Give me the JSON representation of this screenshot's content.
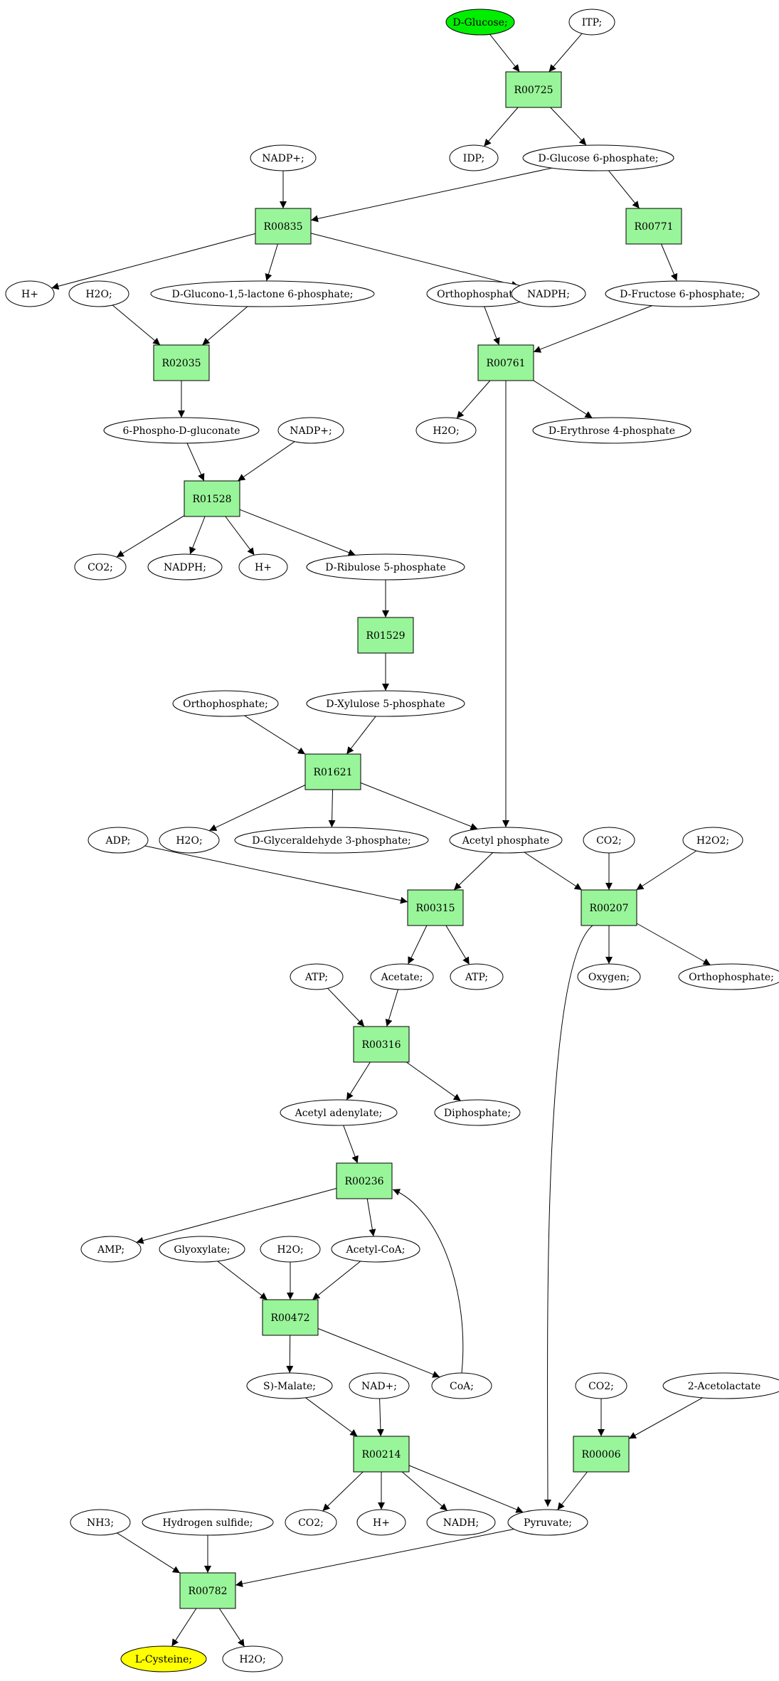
{
  "colors": {
    "reaction_fill": "#99f599",
    "start_fill": "#00ee00",
    "target_fill": "#ffff00",
    "compound_fill": "#ffffff",
    "stroke": "#000000"
  },
  "nodes": [
    {
      "id": "c_glucose",
      "kind": "compound",
      "role": "start",
      "label": "D-Glucose;"
    },
    {
      "id": "c_itp",
      "kind": "compound",
      "label": "ITP;"
    },
    {
      "id": "r00725",
      "kind": "reaction",
      "label": "R00725"
    },
    {
      "id": "c_idp",
      "kind": "compound",
      "label": "IDP;"
    },
    {
      "id": "c_g6p",
      "kind": "compound",
      "label": "D-Glucose 6-phosphate;"
    },
    {
      "id": "c_nadp1",
      "kind": "compound",
      "label": "NADP+;"
    },
    {
      "id": "r00835",
      "kind": "reaction",
      "label": "R00835"
    },
    {
      "id": "r00771",
      "kind": "reaction",
      "label": "R00771"
    },
    {
      "id": "c_h1",
      "kind": "compound",
      "label": "H+"
    },
    {
      "id": "c_h2o_a",
      "kind": "compound",
      "label": "H2O;"
    },
    {
      "id": "c_glucono",
      "kind": "compound",
      "label": "D-Glucono-1,5-lactone 6-phosphate;"
    },
    {
      "id": "c_orthop1",
      "kind": "compound",
      "label": "Orthophosphate;"
    },
    {
      "id": "c_nadph1",
      "kind": "compound",
      "label": "NADPH;"
    },
    {
      "id": "c_f6p",
      "kind": "compound",
      "label": "D-Fructose 6-phosphate;"
    },
    {
      "id": "r02035",
      "kind": "reaction",
      "label": "R02035"
    },
    {
      "id": "r00761",
      "kind": "reaction",
      "label": "R00761"
    },
    {
      "id": "c_6pg",
      "kind": "compound",
      "label": "6-Phospho-D-gluconate"
    },
    {
      "id": "c_nadp2",
      "kind": "compound",
      "label": "NADP+;"
    },
    {
      "id": "c_h2o_b",
      "kind": "compound",
      "label": "H2O;"
    },
    {
      "id": "c_e4p",
      "kind": "compound",
      "label": "D-Erythrose 4-phosphate"
    },
    {
      "id": "r01528",
      "kind": "reaction",
      "label": "R01528"
    },
    {
      "id": "c_co2_a",
      "kind": "compound",
      "label": "CO2;"
    },
    {
      "id": "c_nadph2",
      "kind": "compound",
      "label": "NADPH;"
    },
    {
      "id": "c_h2",
      "kind": "compound",
      "label": "H+"
    },
    {
      "id": "c_ru5p",
      "kind": "compound",
      "label": "D-Ribulose 5-phosphate"
    },
    {
      "id": "r01529",
      "kind": "reaction",
      "label": "R01529"
    },
    {
      "id": "c_orthop2",
      "kind": "compound",
      "label": "Orthophosphate;"
    },
    {
      "id": "c_xu5p",
      "kind": "compound",
      "label": "D-Xylulose 5-phosphate"
    },
    {
      "id": "r01621",
      "kind": "reaction",
      "label": "R01621"
    },
    {
      "id": "c_adp",
      "kind": "compound",
      "label": "ADP;"
    },
    {
      "id": "c_h2o_c",
      "kind": "compound",
      "label": "H2O;"
    },
    {
      "id": "c_g3p",
      "kind": "compound",
      "label": "D-Glyceraldehyde 3-phosphate;"
    },
    {
      "id": "c_acp",
      "kind": "compound",
      "label": "Acetyl phosphate"
    },
    {
      "id": "c_co2_b",
      "kind": "compound",
      "label": "CO2;"
    },
    {
      "id": "c_h2o2",
      "kind": "compound",
      "label": "H2O2;"
    },
    {
      "id": "r00315",
      "kind": "reaction",
      "label": "R00315"
    },
    {
      "id": "r00207",
      "kind": "reaction",
      "label": "R00207"
    },
    {
      "id": "c_atp1",
      "kind": "compound",
      "label": "ATP;"
    },
    {
      "id": "c_acetate",
      "kind": "compound",
      "label": "Acetate;"
    },
    {
      "id": "c_atp2",
      "kind": "compound",
      "label": "ATP;"
    },
    {
      "id": "c_oxygen",
      "kind": "compound",
      "label": "Oxygen;"
    },
    {
      "id": "c_orthop3",
      "kind": "compound",
      "label": "Orthophosphate;"
    },
    {
      "id": "r00316",
      "kind": "reaction",
      "label": "R00316"
    },
    {
      "id": "c_acad",
      "kind": "compound",
      "label": "Acetyl adenylate;"
    },
    {
      "id": "c_diph",
      "kind": "compound",
      "label": "Diphosphate;"
    },
    {
      "id": "r00236",
      "kind": "reaction",
      "label": "R00236"
    },
    {
      "id": "c_amp",
      "kind": "compound",
      "label": "AMP;"
    },
    {
      "id": "c_glyox",
      "kind": "compound",
      "label": "Glyoxylate;"
    },
    {
      "id": "c_h2o_d",
      "kind": "compound",
      "label": "H2O;"
    },
    {
      "id": "c_accoa",
      "kind": "compound",
      "label": "Acetyl-CoA;"
    },
    {
      "id": "r00472",
      "kind": "reaction",
      "label": "R00472"
    },
    {
      "id": "c_malate",
      "kind": "compound",
      "label": "S)-Malate;"
    },
    {
      "id": "c_nad",
      "kind": "compound",
      "label": "NAD+;"
    },
    {
      "id": "c_coa",
      "kind": "compound",
      "label": "CoA;"
    },
    {
      "id": "c_co2_c",
      "kind": "compound",
      "label": "CO2;"
    },
    {
      "id": "c_acetolac",
      "kind": "compound",
      "label": "2-Acetolactate"
    },
    {
      "id": "r00214",
      "kind": "reaction",
      "label": "R00214"
    },
    {
      "id": "r00006",
      "kind": "reaction",
      "label": "R00006"
    },
    {
      "id": "c_nh3",
      "kind": "compound",
      "label": "NH3;"
    },
    {
      "id": "c_h2s",
      "kind": "compound",
      "label": "Hydrogen sulfide;"
    },
    {
      "id": "c_co2_d",
      "kind": "compound",
      "label": "CO2;"
    },
    {
      "id": "c_h3",
      "kind": "compound",
      "label": "H+"
    },
    {
      "id": "c_nadh",
      "kind": "compound",
      "label": "NADH;"
    },
    {
      "id": "c_pyruvate",
      "kind": "compound",
      "label": "Pyruvate;"
    },
    {
      "id": "r00782",
      "kind": "reaction",
      "label": "R00782"
    },
    {
      "id": "c_cysteine",
      "kind": "compound",
      "role": "target",
      "label": "L-Cysteine;"
    },
    {
      "id": "c_h2o_e",
      "kind": "compound",
      "label": "H2O;"
    }
  ],
  "edges": [
    [
      "c_glucose",
      "r00725"
    ],
    [
      "c_itp",
      "r00725"
    ],
    [
      "r00725",
      "c_idp"
    ],
    [
      "r00725",
      "c_g6p"
    ],
    [
      "c_g6p",
      "r00835"
    ],
    [
      "c_g6p",
      "r00771"
    ],
    [
      "c_nadp1",
      "r00835"
    ],
    [
      "r00835",
      "c_h1"
    ],
    [
      "r00835",
      "c_glucono"
    ],
    [
      "r00835",
      "c_nadph1"
    ],
    [
      "r00771",
      "c_f6p"
    ],
    [
      "c_h2o_a",
      "r02035"
    ],
    [
      "c_glucono",
      "r02035"
    ],
    [
      "c_orthop1",
      "r00761"
    ],
    [
      "c_f6p",
      "r00761"
    ],
    [
      "r02035",
      "c_6pg"
    ],
    [
      "r00761",
      "c_h2o_b"
    ],
    [
      "r00761",
      "c_e4p"
    ],
    [
      "r00761",
      "c_acp"
    ],
    [
      "c_6pg",
      "r01528"
    ],
    [
      "c_nadp2",
      "r01528"
    ],
    [
      "r01528",
      "c_co2_a"
    ],
    [
      "r01528",
      "c_nadph2"
    ],
    [
      "r01528",
      "c_h2"
    ],
    [
      "r01528",
      "c_ru5p"
    ],
    [
      "c_ru5p",
      "r01529"
    ],
    [
      "r01529",
      "c_xu5p"
    ],
    [
      "c_orthop2",
      "r01621"
    ],
    [
      "c_xu5p",
      "r01621"
    ],
    [
      "r01621",
      "c_h2o_c"
    ],
    [
      "r01621",
      "c_g3p"
    ],
    [
      "r01621",
      "c_acp"
    ],
    [
      "c_adp",
      "r00315"
    ],
    [
      "c_acp",
      "r00315"
    ],
    [
      "c_acp",
      "r00207"
    ],
    [
      "c_co2_b",
      "r00207"
    ],
    [
      "c_h2o2",
      "r00207"
    ],
    [
      "r00315",
      "c_acetate"
    ],
    [
      "r00315",
      "c_atp2"
    ],
    [
      "r00207",
      "c_oxygen"
    ],
    [
      "r00207",
      "c_orthop3"
    ],
    [
      "r00207",
      "c_pyruvate"
    ],
    [
      "c_atp1",
      "r00316"
    ],
    [
      "c_acetate",
      "r00316"
    ],
    [
      "r00316",
      "c_acad"
    ],
    [
      "r00316",
      "c_diph"
    ],
    [
      "c_acad",
      "r00236"
    ],
    [
      "r00236",
      "c_amp"
    ],
    [
      "r00236",
      "c_accoa"
    ],
    [
      "c_coa",
      "r00236"
    ],
    [
      "c_glyox",
      "r00472"
    ],
    [
      "c_h2o_d",
      "r00472"
    ],
    [
      "c_accoa",
      "r00472"
    ],
    [
      "r00472",
      "c_malate"
    ],
    [
      "r00472",
      "c_coa"
    ],
    [
      "c_malate",
      "r00214"
    ],
    [
      "c_nad",
      "r00214"
    ],
    [
      "r00214",
      "c_co2_d"
    ],
    [
      "r00214",
      "c_h3"
    ],
    [
      "r00214",
      "c_nadh"
    ],
    [
      "r00214",
      "c_pyruvate"
    ],
    [
      "c_co2_c",
      "r00006"
    ],
    [
      "c_acetolac",
      "r00006"
    ],
    [
      "r00006",
      "c_pyruvate"
    ],
    [
      "c_nh3",
      "r00782"
    ],
    [
      "c_h2s",
      "r00782"
    ],
    [
      "c_pyruvate",
      "r00782"
    ],
    [
      "r00782",
      "c_cysteine"
    ],
    [
      "r00782",
      "c_h2o_e"
    ]
  ]
}
